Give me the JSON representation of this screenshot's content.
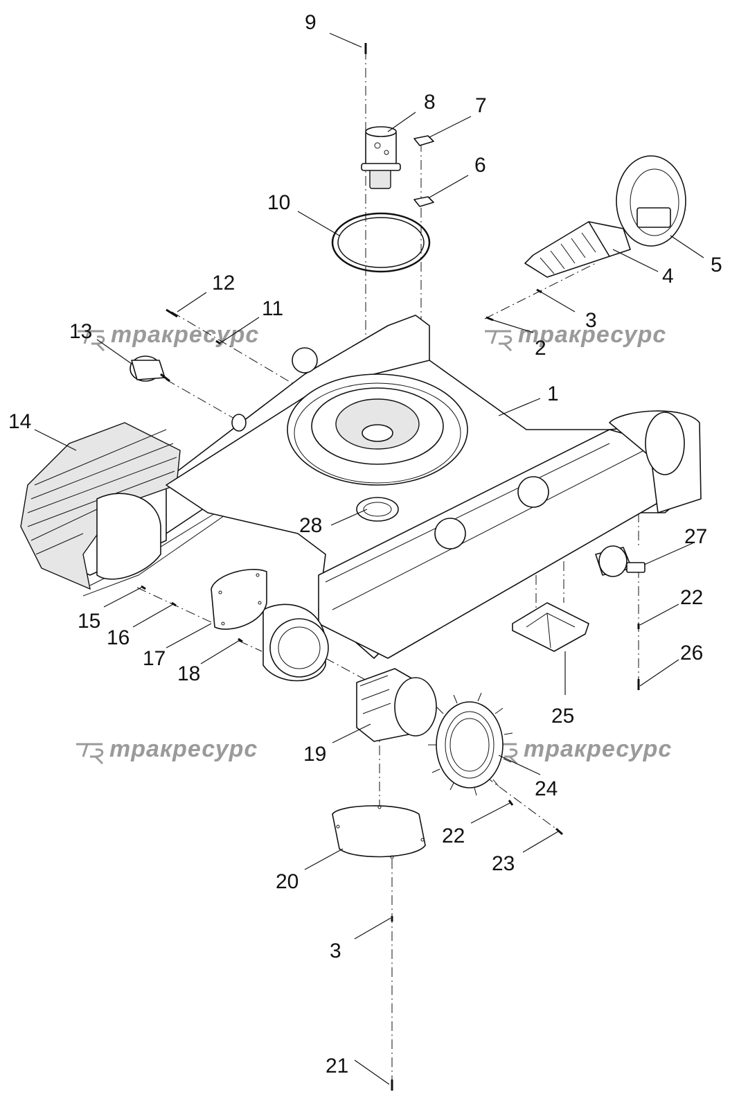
{
  "watermark": {
    "text": "тракресурс",
    "logo_letters": "TR",
    "color": "#9a9a9a"
  },
  "callouts": [
    {
      "id": "c1",
      "label": "1"
    },
    {
      "id": "c2",
      "label": "2"
    },
    {
      "id": "c3a",
      "label": "3"
    },
    {
      "id": "c3b",
      "label": "3"
    },
    {
      "id": "c4",
      "label": "4"
    },
    {
      "id": "c5",
      "label": "5"
    },
    {
      "id": "c6",
      "label": "6"
    },
    {
      "id": "c7",
      "label": "7"
    },
    {
      "id": "c8",
      "label": "8"
    },
    {
      "id": "c9",
      "label": "9"
    },
    {
      "id": "c10",
      "label": "10"
    },
    {
      "id": "c11",
      "label": "11"
    },
    {
      "id": "c12",
      "label": "12"
    },
    {
      "id": "c13",
      "label": "13"
    },
    {
      "id": "c14",
      "label": "14"
    },
    {
      "id": "c15",
      "label": "15"
    },
    {
      "id": "c16",
      "label": "16"
    },
    {
      "id": "c17",
      "label": "17"
    },
    {
      "id": "c18",
      "label": "18"
    },
    {
      "id": "c19",
      "label": "19"
    },
    {
      "id": "c20",
      "label": "20"
    },
    {
      "id": "c21",
      "label": "21"
    },
    {
      "id": "c22a",
      "label": "22"
    },
    {
      "id": "c22b",
      "label": "22"
    },
    {
      "id": "c23",
      "label": "23"
    },
    {
      "id": "c24",
      "label": "24"
    },
    {
      "id": "c25",
      "label": "25"
    },
    {
      "id": "c26",
      "label": "26"
    },
    {
      "id": "c27",
      "label": "27"
    },
    {
      "id": "c28",
      "label": "28"
    }
  ]
}
